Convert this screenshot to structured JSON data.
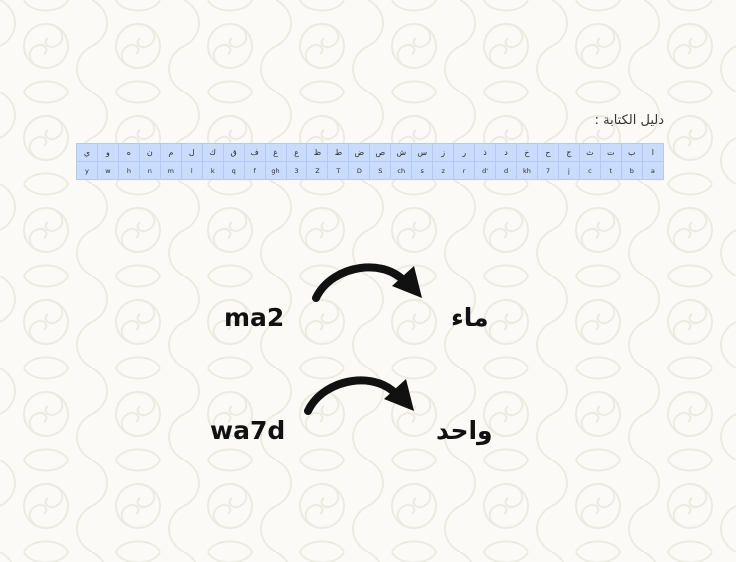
{
  "guide": {
    "title": "دليل الكتابة :",
    "arabic_letters": [
      "ا",
      "ب",
      "ت",
      "ث",
      "ج",
      "ح",
      "خ",
      "د",
      "ذ",
      "ر",
      "ز",
      "س",
      "ش",
      "ص",
      "ض",
      "ط",
      "ظ",
      "ع",
      "غ",
      "ف",
      "ق",
      "ك",
      "ل",
      "م",
      "ن",
      "ه",
      "و",
      "ي"
    ],
    "latin_equivalents": [
      "a",
      "b",
      "t",
      "c",
      "j",
      "7",
      "kh",
      "d",
      "d'",
      "r",
      "z",
      "s",
      "ch",
      "S",
      "D",
      "T",
      "Z",
      "3",
      "gh",
      "f",
      "q",
      "k",
      "l",
      "m",
      "n",
      "h",
      "w",
      "y"
    ]
  },
  "examples": [
    {
      "latin": "ma2",
      "arabic": "ماء"
    },
    {
      "latin": "wa7d",
      "arabic": "واحد"
    }
  ],
  "colors": {
    "table_fill": "#c9dcfb",
    "table_border": "#b3c9ef",
    "text": "#111111",
    "background": "#fbfaf6",
    "pattern": "#ecebe2"
  }
}
